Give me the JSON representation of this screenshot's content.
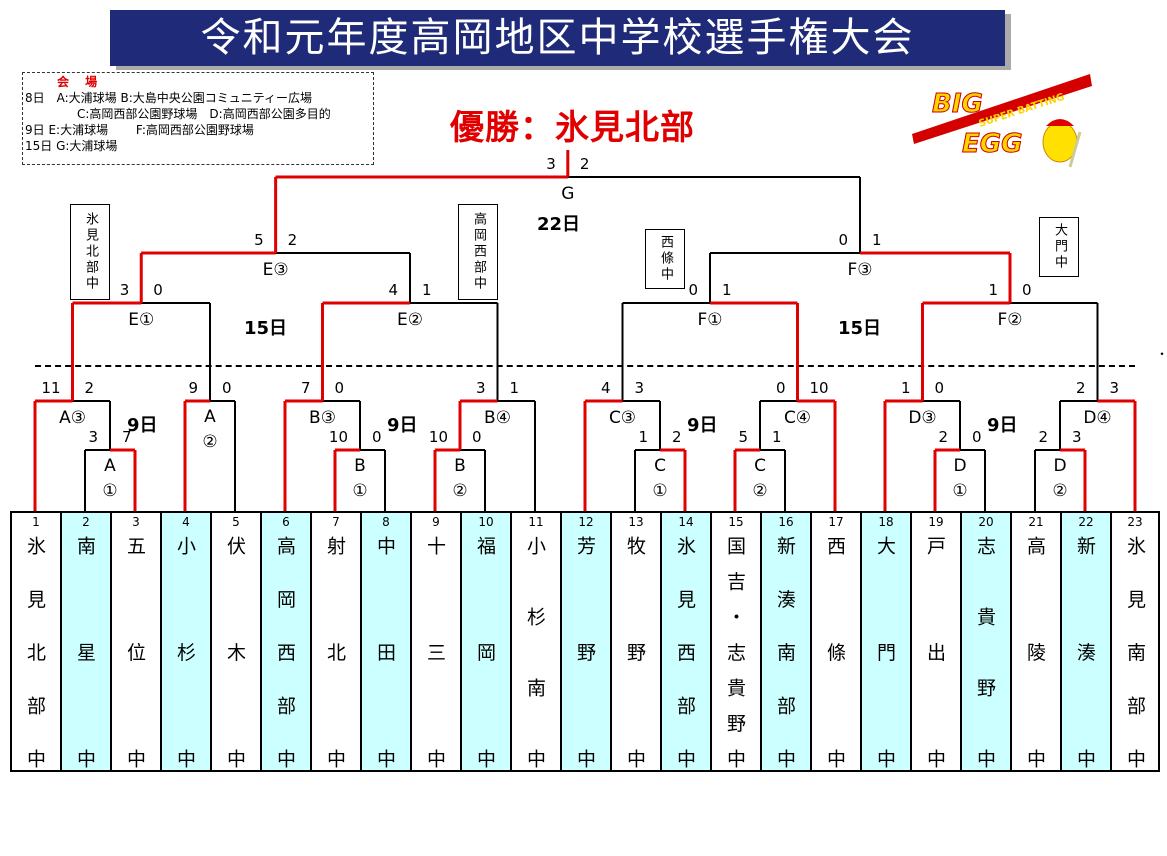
{
  "title": "令和元年度高岡地区中学校選手権大会",
  "venue": {
    "heading": "会 場",
    "lines": [
      "8日　A:大浦球場 B:大島中央公園コミュニティー広場",
      "C:高岡西部公園野球場　D:高岡西部公園多目的",
      "9日  E:大浦球場　　 F:高岡西部公園野球場",
      "15日  G:大浦球場"
    ]
  },
  "champion": "優勝：氷見北部",
  "logo": {
    "big": "BIG",
    "egg": "EGG",
    "tagline": "SUPER BATTING"
  },
  "colors": {
    "winner_line": "#e00000",
    "title_bg": "#1f2a78",
    "alt_column": "#ccffff"
  },
  "dates": {
    "final": "22日",
    "semi_left": "15日",
    "semi_right": "15日",
    "r1_a": "9日",
    "r1_b": "9日",
    "r1_c": "9日",
    "r1_d": "9日"
  },
  "block_winners": [
    "氷見北部中",
    "高岡西部中",
    "西條中",
    "大門中"
  ],
  "matches": {
    "A1": {
      "label": "A①",
      "scores": [
        3,
        7
      ]
    },
    "A2": {
      "label": "A②",
      "scores": [
        9,
        0
      ]
    },
    "A3": {
      "label": "A③",
      "scores": [
        11,
        2
      ]
    },
    "B1": {
      "label": "B①",
      "scores": [
        10,
        0
      ]
    },
    "B2": {
      "label": "B②",
      "scores": [
        10,
        0
      ]
    },
    "B3": {
      "label": "B③",
      "scores": [
        7,
        0
      ]
    },
    "B4": {
      "label": "B④",
      "scores": [
        3,
        1
      ]
    },
    "C1": {
      "label": "C①",
      "scores": [
        1,
        2
      ]
    },
    "C2": {
      "label": "C②",
      "scores": [
        5,
        1
      ]
    },
    "C3": {
      "label": "C③",
      "scores": [
        4,
        3
      ]
    },
    "C4": {
      "label": "C④",
      "scores": [
        0,
        10
      ]
    },
    "D1": {
      "label": "D①",
      "scores": [
        2,
        0
      ]
    },
    "D2": {
      "label": "D②",
      "scores": [
        2,
        3
      ]
    },
    "D3": {
      "label": "D③",
      "scores": [
        1,
        0
      ]
    },
    "D4": {
      "label": "D④",
      "scores": [
        2,
        3
      ]
    },
    "E1": {
      "label": "E①",
      "scores": [
        3,
        0
      ]
    },
    "E2": {
      "label": "E②",
      "scores": [
        4,
        1
      ]
    },
    "E3": {
      "label": "E③",
      "scores": [
        5,
        2
      ]
    },
    "F1": {
      "label": "F①",
      "scores": [
        0,
        1
      ]
    },
    "F2": {
      "label": "F②",
      "scores": [
        1,
        0
      ]
    },
    "F3": {
      "label": "F③",
      "scores": [
        0,
        1
      ]
    },
    "G": {
      "label": "G",
      "scores": [
        3,
        2
      ]
    }
  },
  "teams": [
    {
      "no": "1",
      "name": "氷見北部中"
    },
    {
      "no": "2",
      "name": "南星中"
    },
    {
      "no": "3",
      "name": "五位中"
    },
    {
      "no": "4",
      "name": "小杉中"
    },
    {
      "no": "5",
      "name": "伏木中"
    },
    {
      "no": "6",
      "name": "高岡西部中"
    },
    {
      "no": "7",
      "name": "射北中"
    },
    {
      "no": "8",
      "name": "中田中"
    },
    {
      "no": "9",
      "name": "十三中"
    },
    {
      "no": "10",
      "name": "福岡中"
    },
    {
      "no": "11",
      "name": "小杉南中"
    },
    {
      "no": "12",
      "name": "芳野中"
    },
    {
      "no": "13",
      "name": "牧野中"
    },
    {
      "no": "14",
      "name": "氷見西部中"
    },
    {
      "no": "15",
      "name": "国吉・志貴野中"
    },
    {
      "no": "16",
      "name": "新湊南部中"
    },
    {
      "no": "17",
      "name": "西條中"
    },
    {
      "no": "18",
      "name": "大門中"
    },
    {
      "no": "19",
      "name": "戸出中"
    },
    {
      "no": "20",
      "name": "志貴野中"
    },
    {
      "no": "21",
      "name": "高陵中"
    },
    {
      "no": "22",
      "name": "新湊中"
    },
    {
      "no": "23",
      "name": "氷見南部中"
    }
  ]
}
